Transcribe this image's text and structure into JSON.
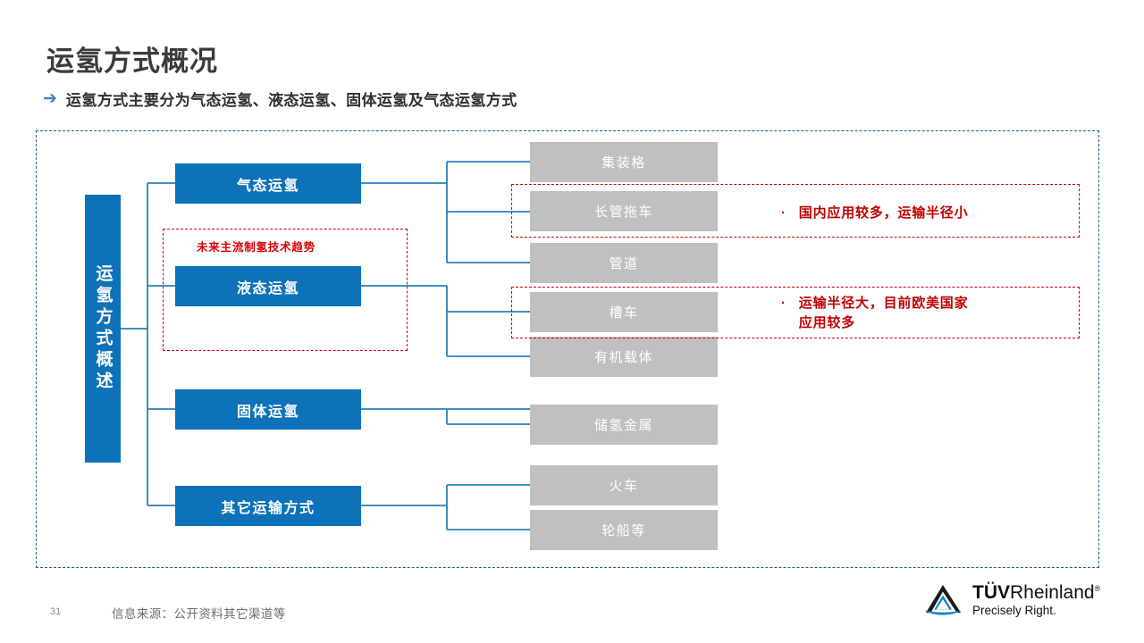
{
  "slide": {
    "title": "运氢方式概况",
    "subtitle": "运氢方式主要分为气态运氢、液态运氢、固体运氢及气态运氢方式",
    "bullet_glyph": "➔",
    "page_number": "31",
    "source_note": "信息来源：公开资料其它渠道等"
  },
  "colors": {
    "primary_blue": "#0d72b9",
    "frame_blue": "#1d5e85",
    "leaf_gray": "#c0c0c0",
    "accent_red": "#cc0000",
    "title_gray": "#3b3b3b"
  },
  "diagram": {
    "root": {
      "label": "运氢方式概述"
    },
    "categories": [
      {
        "id": "gas",
        "label": "气态运氢"
      },
      {
        "id": "liquid",
        "label": "液态运氢"
      },
      {
        "id": "solid",
        "label": "固体运氢"
      },
      {
        "id": "other",
        "label": "其它运输方式"
      }
    ],
    "leaves": [
      {
        "id": "rack",
        "label": "集装格"
      },
      {
        "id": "tube",
        "label": "长管拖车"
      },
      {
        "id": "pipeline",
        "label": "管道"
      },
      {
        "id": "tanker",
        "label": "槽车"
      },
      {
        "id": "organic",
        "label": "有机载体"
      },
      {
        "id": "metal",
        "label": "储氢金属"
      },
      {
        "id": "train",
        "label": "火车"
      },
      {
        "id": "ship",
        "label": "轮船等"
      }
    ],
    "trend_highlight": {
      "label": "未来主流制氢技术趋势"
    },
    "notes": [
      {
        "id": "note-tube",
        "bullet": "·",
        "lines": [
          "国内应用较多，运输半径小"
        ]
      },
      {
        "id": "note-tanker",
        "bullet": "·",
        "lines": [
          "运输半径大，目前欧美国家",
          "应用较多"
        ]
      }
    ]
  },
  "logo": {
    "brand_bold": "TÜV",
    "brand_rest": "Rheinland",
    "registered": "®",
    "tagline": "Precisely Right."
  }
}
